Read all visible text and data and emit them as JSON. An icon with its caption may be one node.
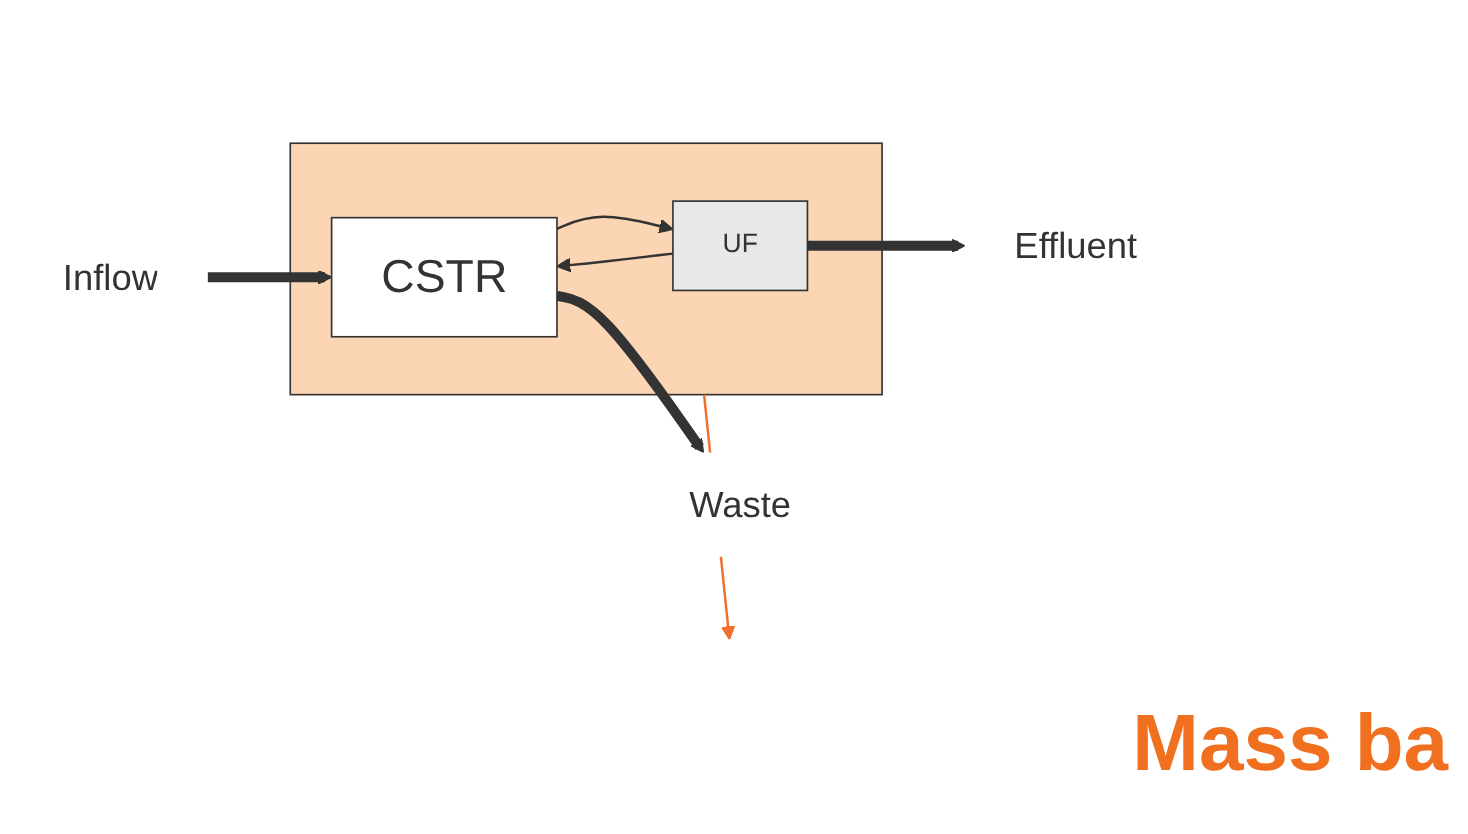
{
  "diagram": {
    "nodes": [
      {
        "text": [],
        "shape": "box"
      },
      {
        "text": [
          "CSTR"
        ],
        "in": 0
      },
      {
        "text": [
          "UF"
        ],
        "in": 0
      },
      {
        "text": [
          "Inflow"
        ]
      },
      {
        "text": [
          "Waste"
        ]
      },
      {
        "text": [
          "Effluent"
        ]
      }
    ],
    "edges": [
      {
        "from": 3,
        "to": 1,
        "arrow": "to",
        "style": "thick"
      },
      {
        "from": 1,
        "to": 4,
        "arrow": "to",
        "style": "thick"
      },
      {
        "from": 1,
        "to": 2,
        "arrow": "to"
      },
      {
        "from": 2,
        "to": 5,
        "arrow": "to",
        "style": "thick"
      },
      {
        "from": 2,
        "to": 1,
        "arrow": "to"
      },
      {
        "from": 0,
        "to": null,
        "arrow": "to",
        "color": "#f07030"
      }
    ],
    "labels": [
      "Mass ba"
    ]
  }
}
